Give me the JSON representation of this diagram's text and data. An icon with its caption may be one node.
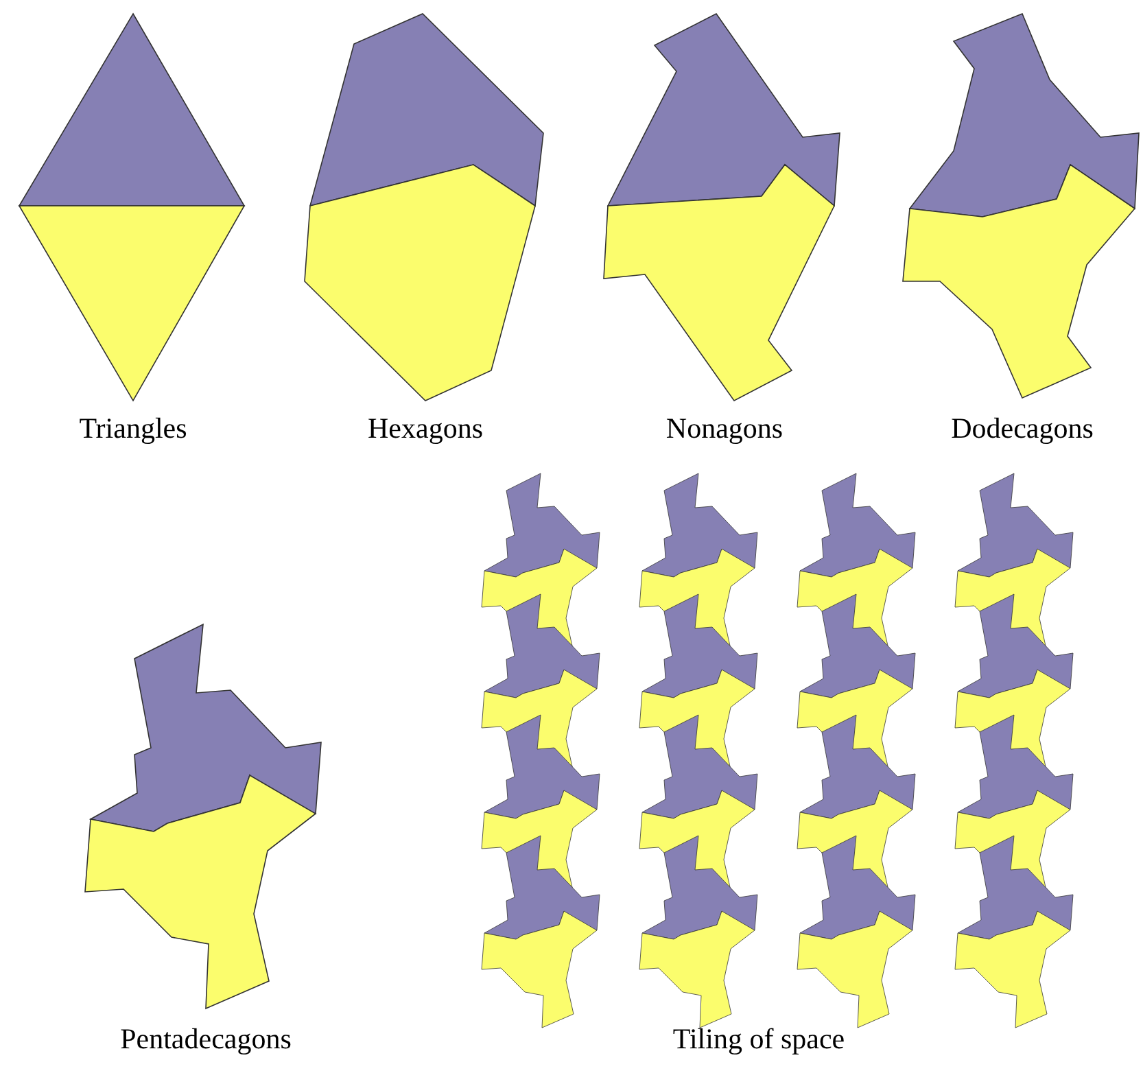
{
  "diagram": {
    "labels": [
      "Triangles",
      "Hexagons",
      "Nonagons",
      "Dodecagons",
      "Pentadecagons",
      "Tiling of space"
    ]
  }
}
